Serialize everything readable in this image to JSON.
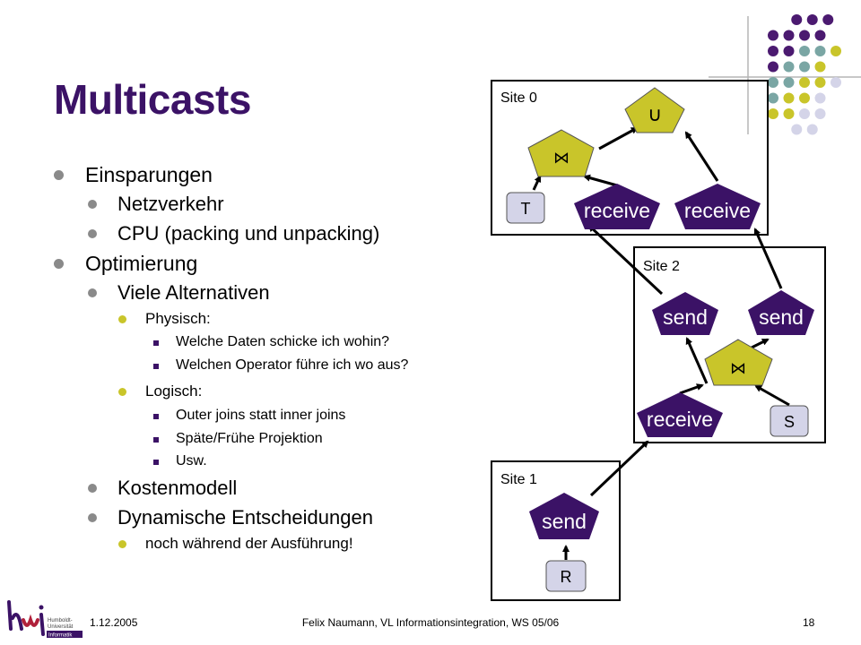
{
  "slide": {
    "title": "Multicasts",
    "bullets": [
      {
        "level": 1,
        "text": "Einsparungen"
      },
      {
        "level": 2,
        "text": "Netzverkehr"
      },
      {
        "level": 2,
        "text": "CPU (packing und unpacking)"
      },
      {
        "level": 1,
        "text": "Optimierung"
      },
      {
        "level": 2,
        "text": "Viele Alternativen"
      },
      {
        "level": 3,
        "text": "Physisch:"
      },
      {
        "level": 4,
        "text": "Welche Daten schicke ich wohin?"
      },
      {
        "level": 4,
        "text": "Welchen Operator führe ich wo aus?"
      },
      {
        "level": 3,
        "text": "Logisch:"
      },
      {
        "level": 4,
        "text": "Outer joins statt inner joins"
      },
      {
        "level": 4,
        "text": "Späte/Frühe Projektion"
      },
      {
        "level": 4,
        "text": "Usw."
      },
      {
        "level": 2,
        "text": "Kostenmodell"
      },
      {
        "level": 2,
        "text": "Dynamische Entscheidungen"
      },
      {
        "level": 3,
        "text": "noch während der Ausführung!"
      }
    ]
  },
  "diagram": {
    "sites": {
      "site0": "Site 0",
      "site1": "Site 1",
      "site2": "Site 2"
    },
    "nodes": {
      "union": "∪",
      "join_site0": "⋈",
      "join_site2": "⋈",
      "relation_t": "T",
      "relation_s": "S",
      "relation_r": "R",
      "receive_1": "receive",
      "receive_2": "receive",
      "receive_3": "receive",
      "send_1": "send",
      "send_2": "send",
      "send_3": "send"
    },
    "colors": {
      "operator": "#c9c52a",
      "message": "#3b1266",
      "relation": "#d4d4e8",
      "site_border": "#000000"
    }
  },
  "footer": {
    "date": "1.12.2005",
    "text": "Felix Naumann,  VL Informationsintegration, WS 05/06",
    "page": "18"
  },
  "logo": {
    "text_lines": [
      "Humboldt-",
      "Universität",
      "Informatik"
    ]
  },
  "decoration": {
    "dot_colors": [
      "#4b1a70",
      "#7aa6a4",
      "#c9c52a",
      "#d4d4e8"
    ]
  }
}
